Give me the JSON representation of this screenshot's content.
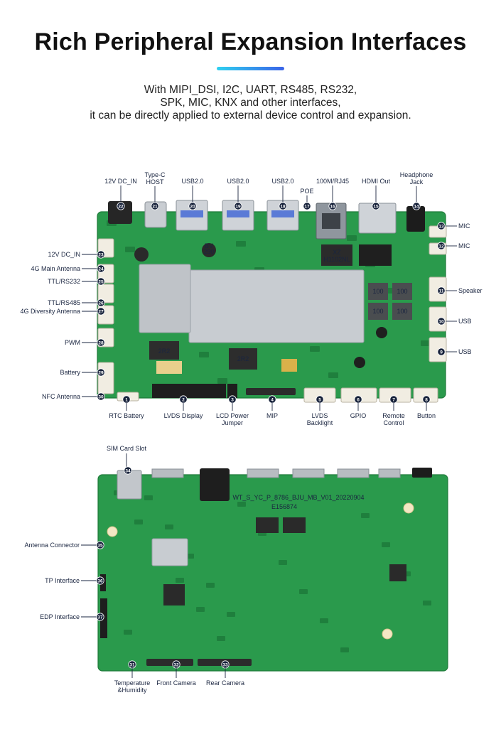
{
  "header": {
    "title": "Rich Peripheral Expansion Interfaces",
    "subtitle_lines": [
      "With MIPI_DSI, I2C, UART, RS485, RS232,",
      "SPK, MIC, KNX and other interfaces,",
      "it can be directly applied to external device control and expansion."
    ]
  },
  "colors": {
    "accent_start": "#2fd1f0",
    "accent_end": "#3a63e8",
    "pcb": "#2a9a4c",
    "badge": "#16213a"
  },
  "board_front": {
    "top_labels": [
      {
        "label": "12V DC_IN",
        "num": "22"
      },
      {
        "label": "Type-C\nHOST",
        "num": "21"
      },
      {
        "label": "USB2.0",
        "num": "20"
      },
      {
        "label": "USB2.0",
        "num": "19"
      },
      {
        "label": "USB2.0",
        "num": "18"
      },
      {
        "label": "POE",
        "num": "17"
      },
      {
        "label": "100M/RJ45",
        "num": "16"
      },
      {
        "label": "HDMI Out",
        "num": "15"
      },
      {
        "label": "Headphone\nJack",
        "num": "14"
      }
    ],
    "left_labels": [
      {
        "label": "12V DC_IN",
        "num": "23"
      },
      {
        "label": "4G Main Antenna",
        "num": "24"
      },
      {
        "label": "TTL/RS232",
        "num": "25"
      },
      {
        "label": "TTL/RS485",
        "num": "26"
      },
      {
        "label": "4G Diversity Antenna",
        "num": "27"
      },
      {
        "label": "PWM",
        "num": "28"
      },
      {
        "label": "Battery",
        "num": "29"
      },
      {
        "label": "NFC Antenna",
        "num": "30"
      }
    ],
    "right_labels": [
      {
        "label": "MIC",
        "num": "13"
      },
      {
        "label": "MIC",
        "num": "12"
      },
      {
        "label": "Speaker",
        "num": "11"
      },
      {
        "label": "USB",
        "num": "10"
      },
      {
        "label": "USB",
        "num": "9"
      }
    ],
    "bottom_labels": [
      {
        "label": "RTC Battery",
        "num": "1"
      },
      {
        "label": "LVDS Display",
        "num": "2"
      },
      {
        "label": "LCD Power\nJumper",
        "num": "3"
      },
      {
        "label": "MIP",
        "num": "4"
      },
      {
        "label": "LVDS\nBacklight",
        "num": "5"
      },
      {
        "label": "GPIO",
        "num": "6"
      },
      {
        "label": "Remote\nControl",
        "num": "7"
      },
      {
        "label": "Button",
        "num": "8"
      }
    ],
    "chip_text": [
      "2R2",
      "2R2",
      "100",
      "100",
      "100",
      "100",
      "XZ",
      "H1102NL",
      "BV\n290\n2R"
    ]
  },
  "board_back": {
    "top_labels": [
      {
        "label": "SIM Card Slot",
        "num": "34"
      }
    ],
    "left_labels": [
      {
        "label": "Antenna Connector",
        "num": "35"
      },
      {
        "label": "TP Interface",
        "num": "36"
      },
      {
        "label": "EDP Interface",
        "num": "37"
      }
    ],
    "bottom_labels": [
      {
        "label": "Temperature\n&Humidity",
        "num": "31"
      },
      {
        "label": "Front Camera",
        "num": "32"
      },
      {
        "label": "Rear Camera",
        "num": "33"
      }
    ],
    "silkscreen": [
      "WT_S_YC_P_8786_BJU_MB_V01_20220904",
      "E156874"
    ]
  }
}
